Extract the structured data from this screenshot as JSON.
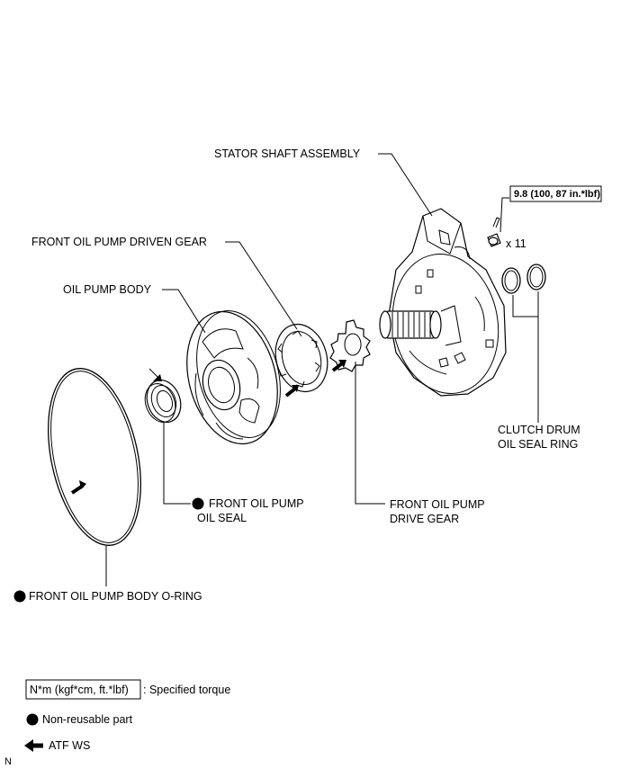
{
  "labels": {
    "stator_shaft_assembly": "STATOR SHAFT ASSEMBLY",
    "torque_spec": "9.8 (100, 87 in.*lbf)",
    "bolt_qty": "x 11",
    "driven_gear": "FRONT OIL PUMP DRIVEN GEAR",
    "oil_pump_body": "OIL PUMP BODY",
    "clutch_drum_line1": "CLUTCH DRUM",
    "clutch_drum_line2": "OIL SEAL RING",
    "oil_seal_line1": "FRONT OIL PUMP",
    "oil_seal_line2": "OIL SEAL",
    "drive_gear_line1": "FRONT OIL PUMP",
    "drive_gear_line2": "DRIVE GEAR",
    "o_ring": "FRONT OIL PUMP BODY O-RING"
  },
  "legend": {
    "torque_box": "N*m (kgf*cm, ft.*lbf)",
    "torque_text": ": Specified torque",
    "non_reusable": "Non-reusable part",
    "atf": "ATF WS"
  },
  "corner_mark": "N"
}
